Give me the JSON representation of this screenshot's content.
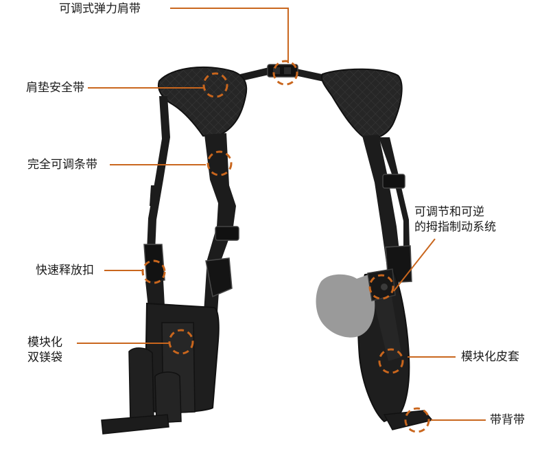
{
  "colors": {
    "callout": "#c9661d",
    "strap": "#1c1c1c",
    "pad": "#242424",
    "gun_placeholder": "#9a9a9a"
  },
  "labels": {
    "adjustable_elastic_strap": "可调式弹力肩带",
    "shoulder_pad_safety_strap": "肩垫安全带",
    "fully_adjustable_strap": "完全可调条带",
    "quick_release_buckle": "快速释放扣",
    "modular_double_mag_pouch": "模块化\n双镁袋",
    "thumb_retention": "可调节和可逆\n的拇指制动系统",
    "modular_holster": "模块化皮套",
    "belt_strap": "带背带"
  }
}
